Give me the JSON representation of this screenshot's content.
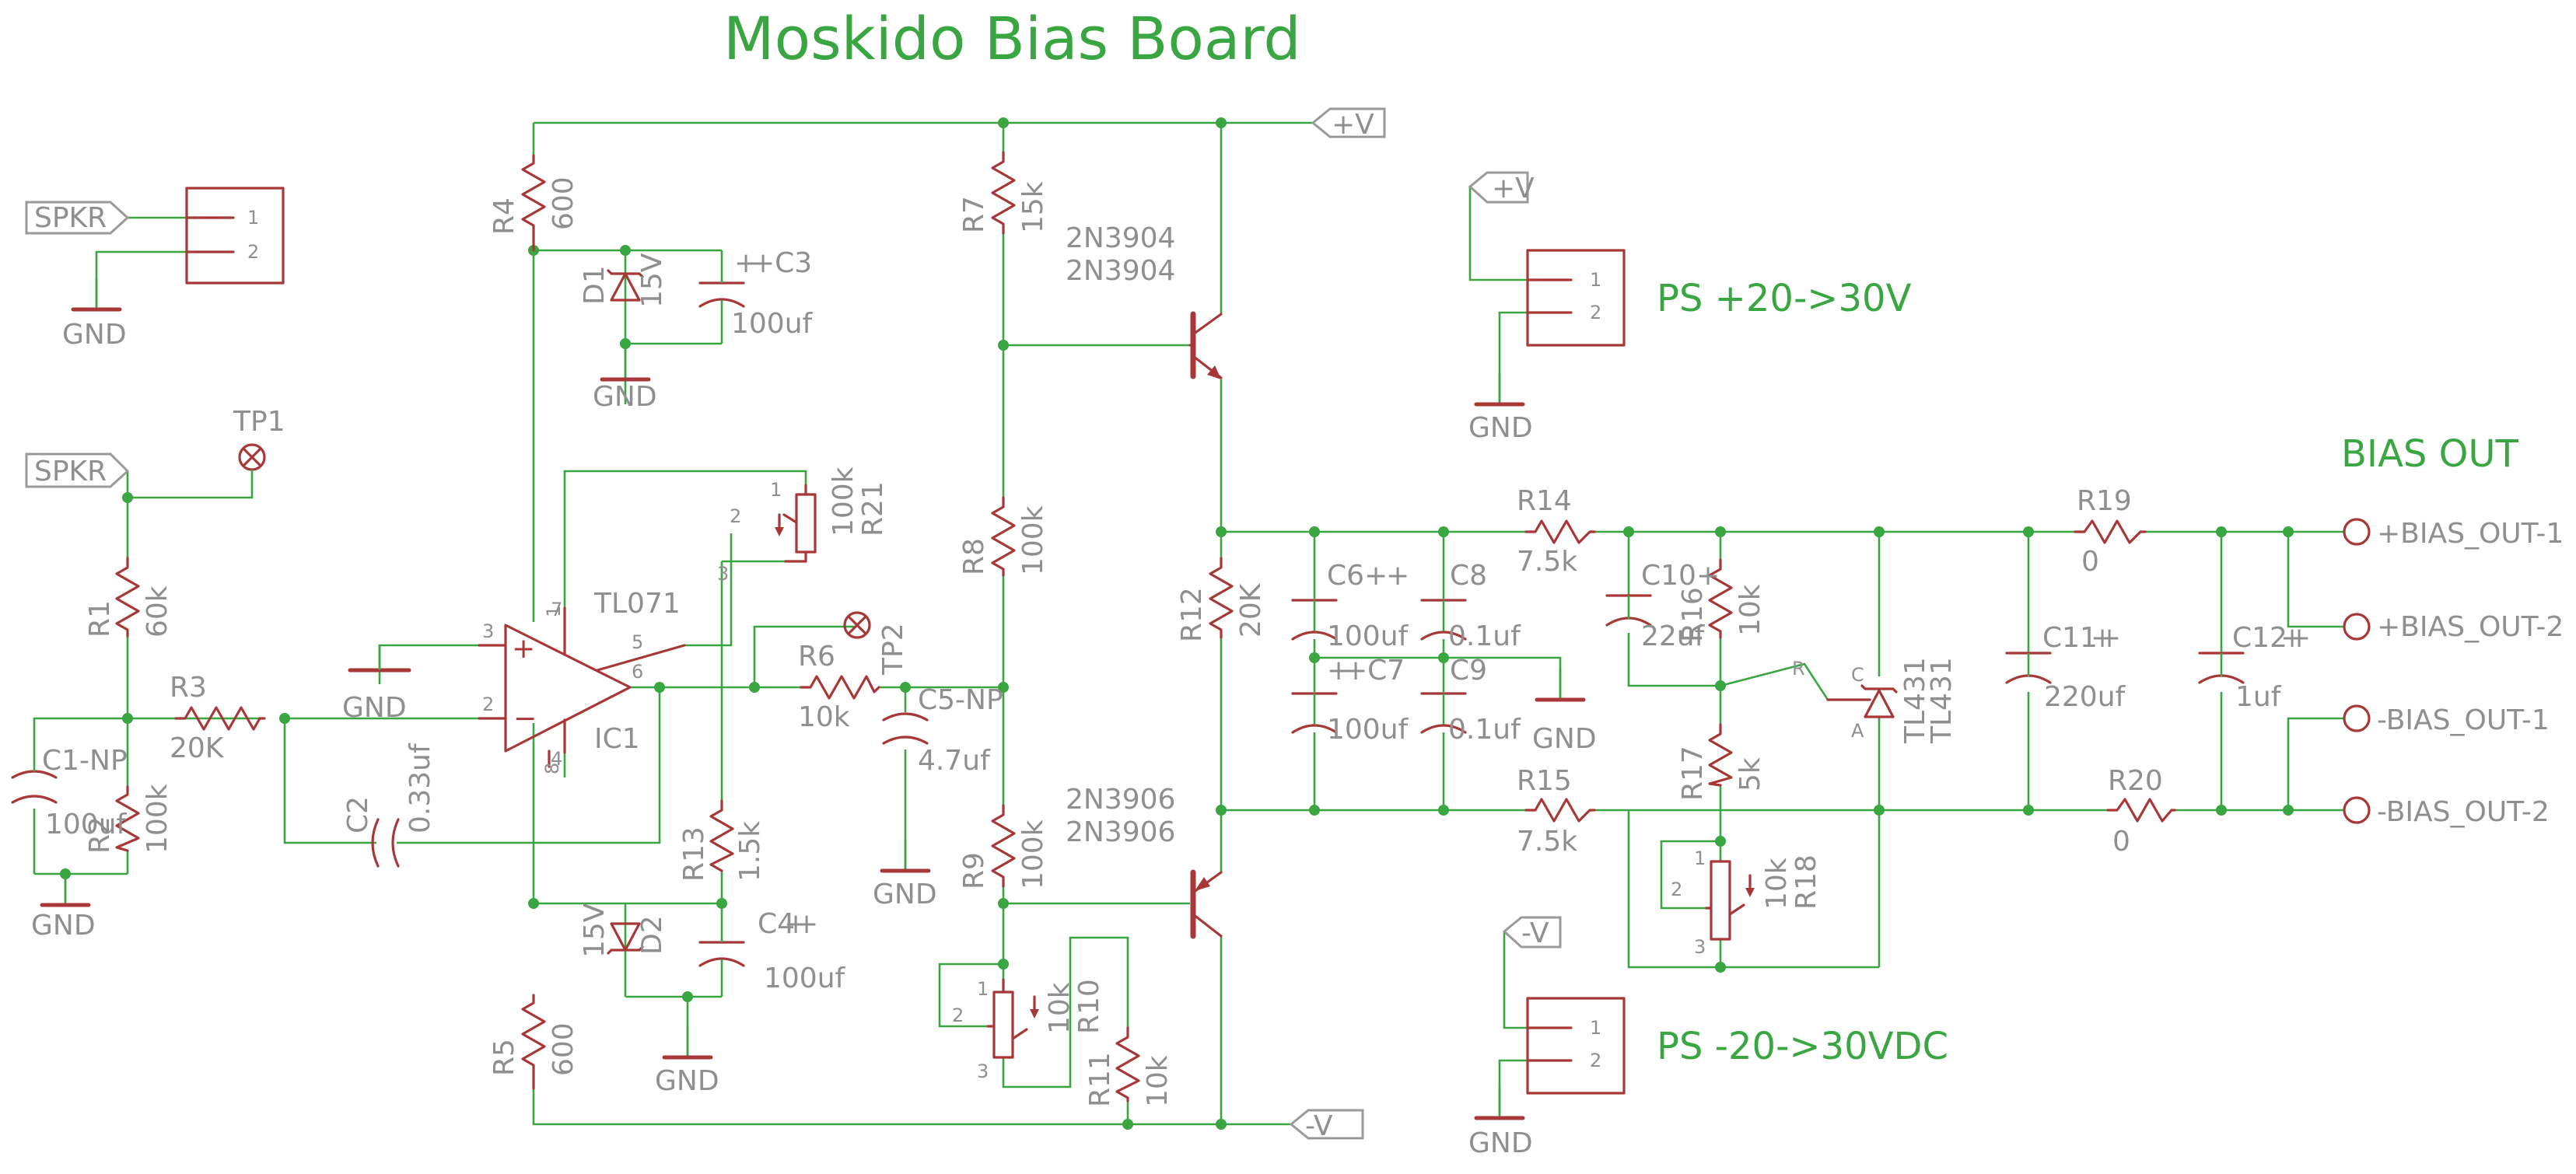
{
  "title": "Moskido Bias Board",
  "rails": {
    "pos": "+V",
    "neg": "-V",
    "gnd": "GND"
  },
  "connectors": {
    "spkr1": {
      "label": "SPKR",
      "pin1": "1",
      "pin2": "2"
    },
    "spkr2": {
      "label": "SPKR"
    },
    "ps_pos": {
      "label": "+V",
      "pin1": "1",
      "pin2": "2",
      "note": "PS +20->30V"
    },
    "ps_neg": {
      "label": "-V",
      "pin1": "1",
      "pin2": "2",
      "note": "PS -20->30VDC"
    }
  },
  "testpoints": {
    "tp1": "TP1",
    "tp2": "TP2"
  },
  "opamp": {
    "name": "IC1",
    "part": "TL071",
    "pins": [
      "3",
      "2",
      "7",
      "4",
      "8",
      "1",
      "5",
      "6"
    ]
  },
  "transistors": {
    "q_top": [
      "2N3904",
      "2N3904"
    ],
    "q_bot": [
      "2N3906",
      "2N3906"
    ]
  },
  "regulator": {
    "name": "TL431",
    "value": "TL431",
    "pin_r": "R",
    "pin_a": "A",
    "pin_c": "C"
  },
  "resistors": {
    "R1": "60k",
    "R2": "100k",
    "R3": "20K",
    "R4": "600",
    "R5": "600",
    "R6": "10k",
    "R7": "15k",
    "R8": "100k",
    "R9": "100k",
    "R11": "10k",
    "R12": "20K",
    "R13": "1.5k",
    "R14": "7.5k",
    "R15": "7.5k",
    "R16": "10k",
    "R17": "5k",
    "R19": "0",
    "R20": "0"
  },
  "pots": {
    "R21": {
      "name": "R21",
      "value": "100k"
    },
    "R10": {
      "name": "R10",
      "value": "10k"
    },
    "R18": {
      "name": "R18",
      "value": "10k"
    }
  },
  "pot_pins": [
    "1",
    "2",
    "3"
  ],
  "capacitors": {
    "C1": {
      "name": "C1-NP",
      "value": "100uf"
    },
    "C2": {
      "name": "C2",
      "value": "0.33uf"
    },
    "C3": {
      "name": "+C3",
      "value": "100uf"
    },
    "C4": {
      "name": "C4+",
      "value": "100uf"
    },
    "C5": {
      "name": "C5-NP",
      "value": "4.7uf"
    },
    "C6": {
      "name": "C6+",
      "value": "100uf"
    },
    "C7": {
      "name": "+C7",
      "value": "100uf"
    },
    "C8": {
      "name": "C8",
      "value": "0.1uf"
    },
    "C9": {
      "name": "C9",
      "value": "0.1uf"
    },
    "C10": {
      "name": "C10+",
      "value": "22uf"
    },
    "C11": {
      "name": "C11+",
      "value": "220uf"
    },
    "C12": {
      "name": "C12+",
      "value": "1uf"
    }
  },
  "diodes": {
    "D1": {
      "name": "D1",
      "value": "15V"
    },
    "D2": {
      "name": "D2",
      "value": "15V"
    }
  },
  "outputs": {
    "heading": "BIAS OUT",
    "items": [
      "+BIAS_OUT-1",
      "+BIAS_OUT-2",
      "-BIAS_OUT-1",
      "-BIAS_OUT-2"
    ]
  },
  "colors": {
    "wire": "#3aa642",
    "part": "#a83838",
    "label": "#8f8f8f",
    "frame": "#9a9a9a"
  }
}
